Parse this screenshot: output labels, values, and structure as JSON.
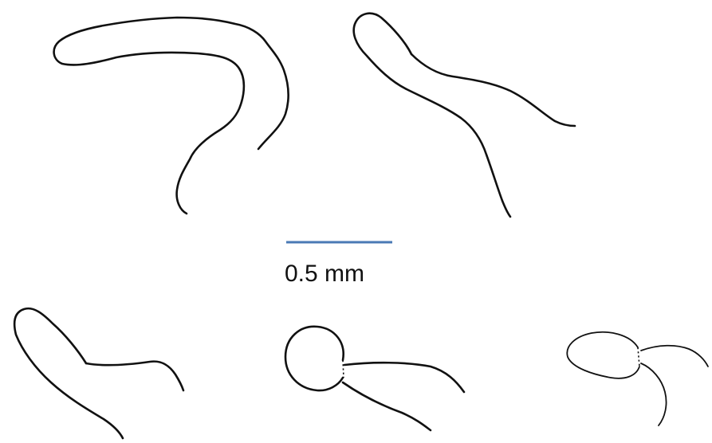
{
  "figure": {
    "scale_bar": {
      "label": "0.5 mm",
      "color": "#4a7ab5"
    },
    "shapes": [
      {
        "name": "elongated-curled-form"
      },
      {
        "name": "tapering-tail-form"
      },
      {
        "name": "pear-head-tail-form"
      },
      {
        "name": "round-head-tail-form"
      },
      {
        "name": "oval-head-branched-tail-form"
      }
    ]
  }
}
